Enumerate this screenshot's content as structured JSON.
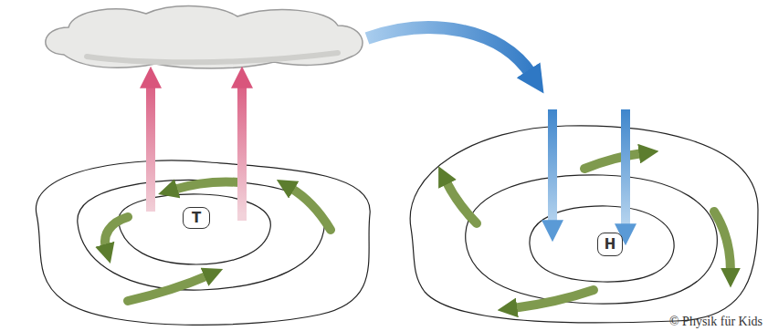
{
  "diagram": {
    "nodes": [
      {
        "text": [
          "T"
        ]
      },
      {
        "text": [
          "H"
        ]
      }
    ],
    "labels": [
      "© Physik für Kids"
    ]
  }
}
